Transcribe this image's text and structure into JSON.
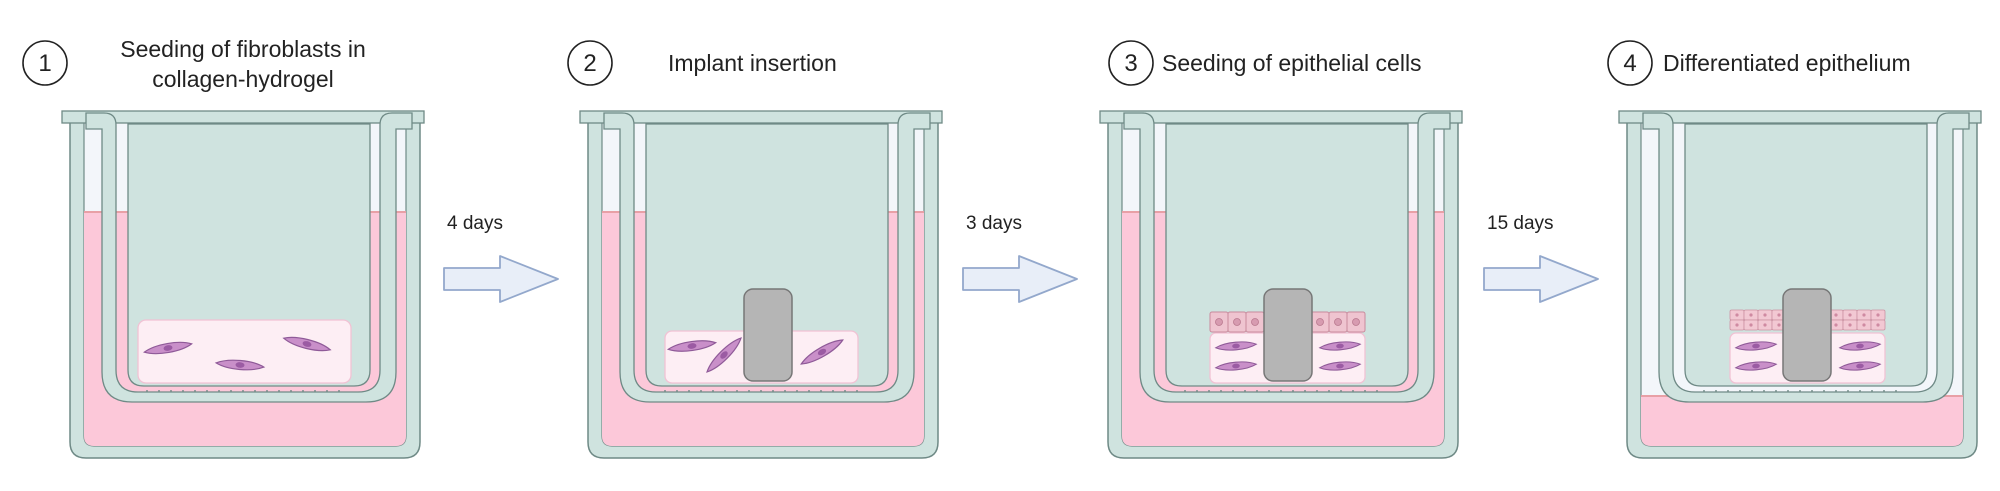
{
  "steps": [
    {
      "number": "1",
      "title_lines": [
        "Seeding of fibroblasts in",
        "collagen-hydrogel"
      ]
    },
    {
      "number": "2",
      "title_lines": [
        "Implant insertion"
      ]
    },
    {
      "number": "3",
      "title_lines": [
        "Seeding of epithelial cells"
      ]
    },
    {
      "number": "4",
      "title_lines": [
        "Differentiated epithelium"
      ]
    }
  ],
  "transitions": [
    {
      "label": "4 days"
    },
    {
      "label": "3 days"
    },
    {
      "label": "15 days"
    }
  ],
  "colors": {
    "well_wall": "#cfe3df",
    "well_stroke": "#6f8a86",
    "medium": "#fcc8d9",
    "medium_line": "#e8a0a6",
    "insert_fill": "#f3f6fa",
    "hydrogel": "#fdeef4",
    "fibroblast": "#c98fc9",
    "fibroblast_nucleus": "#9b5ba3",
    "epithelial": "#efc4d0",
    "implant": "#b5b5b5",
    "implant_stroke": "#777777",
    "arrow_fill": "#e8eef8",
    "arrow_stroke": "#93a8cc"
  }
}
